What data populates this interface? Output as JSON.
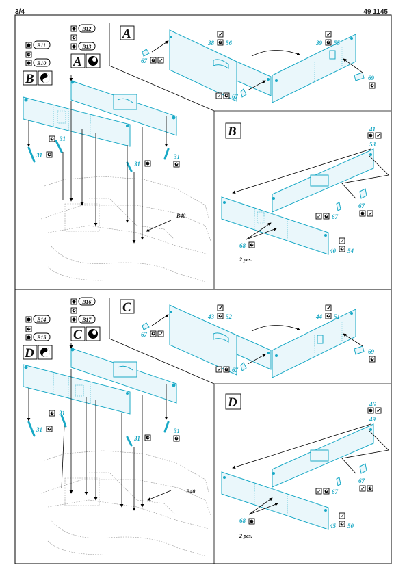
{
  "page_number": "3/4",
  "catalog_number": "49 1145",
  "top": {
    "left": {
      "steps": [
        "B11",
        "B10",
        "B12",
        "B13"
      ],
      "letters": [
        "B",
        "A"
      ],
      "parts": [
        "31",
        "31",
        "31",
        "31"
      ],
      "ref": "B40"
    },
    "panel_A": {
      "letter": "A",
      "parts": [
        "38",
        "56",
        "39",
        "55",
        "67",
        "67",
        "69"
      ]
    },
    "panel_B": {
      "letter": "B",
      "parts": [
        "41",
        "53",
        "67",
        "67",
        "68",
        "40",
        "54"
      ],
      "pcs": "2 pcs."
    }
  },
  "bottom": {
    "left": {
      "steps": [
        "B14",
        "B15",
        "B16",
        "B17"
      ],
      "letters": [
        "D",
        "C"
      ],
      "parts": [
        "31",
        "31",
        "31",
        "31"
      ],
      "ref": "B40"
    },
    "panel_C": {
      "letter": "C",
      "parts": [
        "43",
        "52",
        "44",
        "51",
        "67",
        "67",
        "69"
      ]
    },
    "panel_D": {
      "letter": "D",
      "parts": [
        "46",
        "49",
        "67",
        "67",
        "68",
        "45",
        "50"
      ],
      "pcs": "2 pcs."
    }
  }
}
